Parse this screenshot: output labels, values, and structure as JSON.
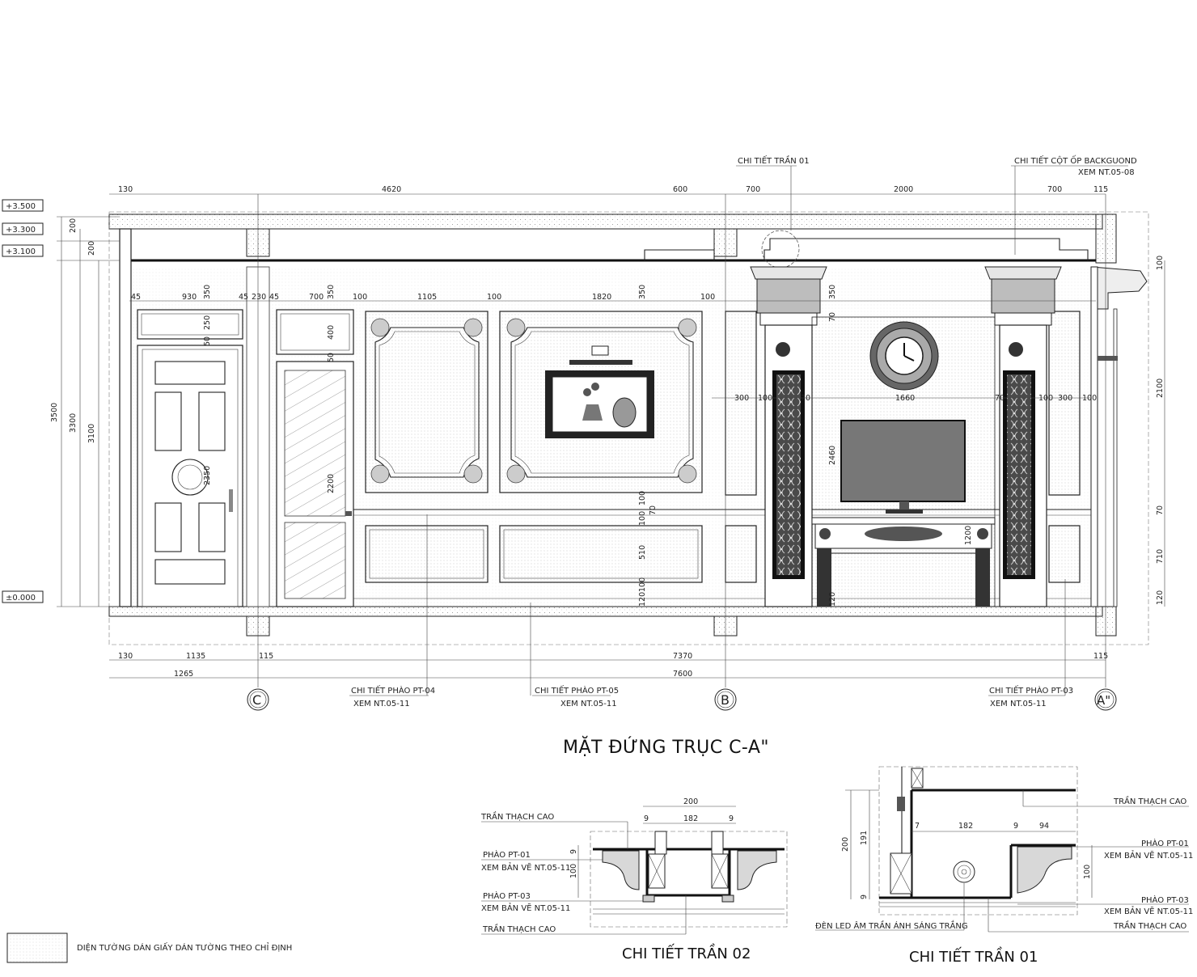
{
  "elevation": {
    "title": "MẶT ĐỨNG TRỤC C-A\"",
    "levels": [
      "+3.500",
      "+3.300",
      "+3.100",
      "±0.000"
    ],
    "top_dims": [
      "130",
      "4620",
      "600",
      "700",
      "2000",
      "700",
      "115"
    ],
    "bottom_dims_1": [
      "130",
      "1135",
      "115",
      "7370",
      "115"
    ],
    "bottom_dims_2": [
      "1265",
      "7600"
    ],
    "left_dims": [
      "200",
      "200",
      "3500",
      "3300",
      "3100"
    ],
    "right_dims": [
      "100",
      "2100",
      "70",
      "710",
      "120"
    ],
    "row_dims": [
      "45",
      "930",
      "350",
      "45",
      "230",
      "45",
      "700",
      "350",
      "100",
      "1105",
      "100",
      "1820",
      "350",
      "100",
      "300",
      "100",
      "70",
      "1660",
      "70",
      "100",
      "300",
      "100",
      "350",
      "70"
    ],
    "inner_dims": [
      "250",
      "50",
      "2350",
      "400",
      "50",
      "2200",
      "100",
      "70",
      "100",
      "510",
      "100",
      "120",
      "2460",
      "1200",
      "120"
    ],
    "axes": [
      "C",
      "B",
      "A\""
    ],
    "callouts_top": [
      {
        "line1": "CHI TIẾT TRẦN 01",
        "line2": ""
      },
      {
        "line1": "CHI TIẾT CỘT ỐP BACKGUOND",
        "line2": "XEM NT.05-08"
      }
    ],
    "callouts_bottom": [
      {
        "line1": "CHI TIẾT PHÀO PT-04",
        "line2": "XEM NT.05-11"
      },
      {
        "line1": "CHI TIẾT PHÀO PT-05",
        "line2": "XEM NT.05-11"
      },
      {
        "line1": "CHI TIẾT PHÀO PT-03",
        "line2": "XEM NT.05-11"
      }
    ]
  },
  "detail_02": {
    "title": "CHI TIẾT TRẦN 02",
    "labels": [
      "TRẦN THẠCH CAO",
      "PHÀO PT-01",
      "XEM BẢN VẼ NT.05-11",
      "PHÀO PT-03",
      "XEM BẢN VẼ NT.05-11",
      "TRẦN THẠCH CAO"
    ],
    "dims": [
      "200",
      "9",
      "182",
      "9",
      "9",
      "100"
    ]
  },
  "detail_01": {
    "title": "CHI TIẾT TRẦN 01",
    "labels": [
      "TRẦN THẠCH CAO",
      "PHÀO PT-01",
      "XEM BẢN VẼ NT.05-11",
      "PHÀO PT-03",
      "XEM BẢN VẼ NT.05-11",
      "TRẦN THẠCH CAO",
      "ĐÈN LED ÂM TRẦN ÁNH SÁNG TRẮNG"
    ],
    "dims": [
      "200",
      "191",
      "9",
      "182",
      "9",
      "94",
      "100",
      "7"
    ]
  },
  "legend": {
    "text": "DIỆN TƯỜNG DÁN GIẤY DÁN TƯỜNG THEO CHỈ ĐỊNH"
  }
}
